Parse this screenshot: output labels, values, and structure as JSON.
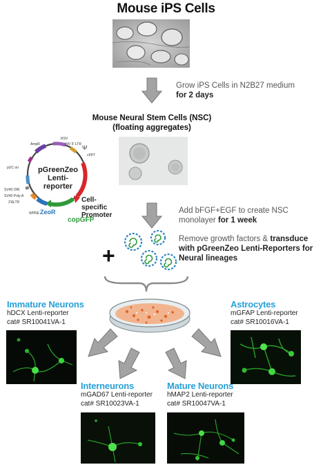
{
  "header": {
    "title": "Mouse iPS Cells"
  },
  "steps": {
    "grow_text": "Grow iPS Cells in N2B27 medium",
    "grow_bold": "for 2 days",
    "nsc_line1": "Mouse Neural Stem Cells (NSC)",
    "nsc_line2": "(floating aggregates)",
    "monolayer_text": "Add bFGF+EGF to create NSC monolayer",
    "monolayer_bold": "for 1 week",
    "transduce_text": "Remove growth factors &",
    "transduce_bold": "transduce with pGreenZeo Lenti-Reporters for Neural lineages"
  },
  "vector": {
    "name_line1": "pGreenZeo",
    "name_line2": "Lenti-reporter",
    "promoter_line1": "Cell-specific",
    "promoter_line2": "Promoter",
    "zeor": "ZeoR",
    "copgfp": "copGFP",
    "features": [
      "RSV",
      "HIV 5' LTR",
      "Ψ",
      "cPPT",
      "AmpR",
      "pUC ori",
      "SV40 ORI",
      "SV40 Poly-A",
      "3'ΔLTR",
      "WPRE"
    ],
    "colors": {
      "promoter": "#d9262b",
      "copgfp": "#2e9a3a",
      "zeor": "#2c75b7",
      "amp": "#6b3fa0",
      "sv40": "#4a8cc8"
    }
  },
  "plus": "+",
  "panels": [
    {
      "title": "Immature Neurons",
      "reporter": "hDCX Lenti-reporter",
      "cat": "cat# SR10041VA-1"
    },
    {
      "title": "Astrocytes",
      "reporter": "mGFAP Lenti-reporter",
      "cat": "cat# SR10016VA-1"
    },
    {
      "title": "Interneurons",
      "reporter": "mGAD67 Lenti-reporter",
      "cat": "cat# SR10023VA-1"
    },
    {
      "title": "Mature Neurons",
      "reporter": "hMAP2 Lenti-reporter",
      "cat": "cat# SR10047VA-1"
    }
  ],
  "colors": {
    "accent": "#27a0d6",
    "arrow": "#9a9a9a",
    "fluorescence": "#3bd23b"
  }
}
